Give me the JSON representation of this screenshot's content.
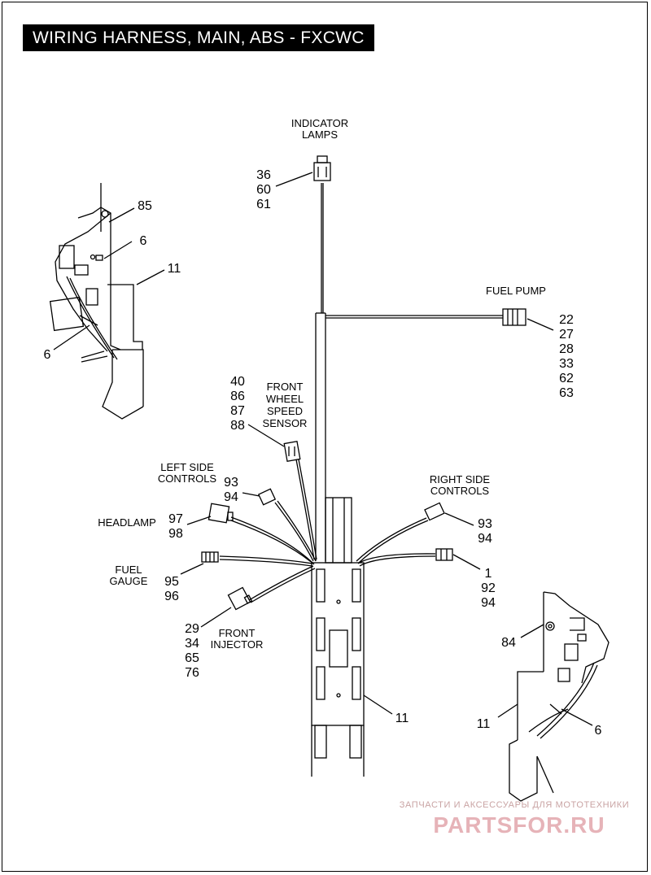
{
  "title": "WIRING HARNESS, MAIN, ABS - FXCWC",
  "labels": {
    "indicator_lamps": [
      "INDICATOR",
      "LAMPS"
    ],
    "fuel_pump": "FUEL PUMP",
    "front_wheel_speed_sensor": [
      "FRONT",
      "WHEEL",
      "SPEED",
      "SENSOR"
    ],
    "left_side_controls": [
      "LEFT SIDE",
      "CONTROLS"
    ],
    "right_side_controls": [
      "RIGHT SIDE",
      "CONTROLS"
    ],
    "headlamp": "HEADLAMP",
    "fuel_gauge": [
      "FUEL",
      "GAUGE"
    ],
    "front_injector": [
      "FRONT",
      "INJECTOR"
    ]
  },
  "callouts": {
    "indicator_lamps": [
      "36",
      "60",
      "61"
    ],
    "fuel_pump": [
      "22",
      "27",
      "28",
      "33",
      "62",
      "63"
    ],
    "wheel_speed_sensor": [
      "40",
      "86",
      "87",
      "88"
    ],
    "left_controls": [
      "93",
      "94"
    ],
    "right_controls": [
      "93",
      "94"
    ],
    "right_connector": [
      "1",
      "92",
      "94"
    ],
    "headlamp": [
      "97",
      "98"
    ],
    "fuel_gauge": [
      "95",
      "96"
    ],
    "front_injector": [
      "29",
      "34",
      "65",
      "76"
    ],
    "main_harness": "11",
    "left_inset": {
      "bracket": "85",
      "clip_upper": "6",
      "harness": "11",
      "clip_lower": "6"
    },
    "right_inset": {
      "bracket": "84",
      "harness": "11",
      "clip": "6"
    }
  },
  "watermark": {
    "tagline": "ЗАПЧАСТИ И АКСЕССУАРЫ ДЛЯ МОТОТЕХНИКИ",
    "brand": "PARTSFOR.RU"
  }
}
